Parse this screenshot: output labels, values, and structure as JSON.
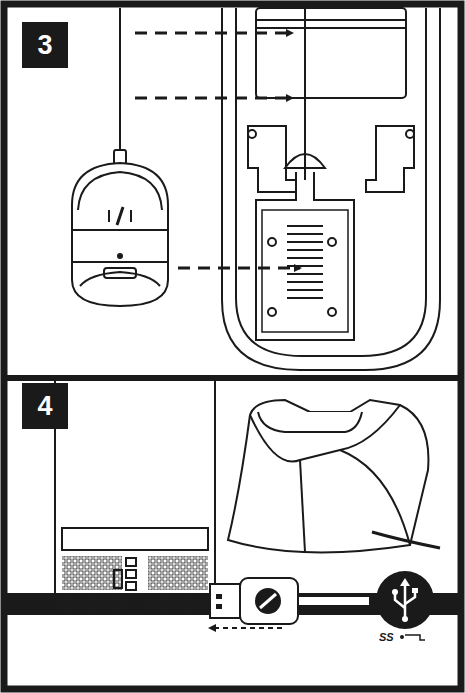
{
  "diagram": {
    "nodes": [
      {
        "text": [
          "3"
        ]
      },
      {
        "text": [
          "4"
        ]
      }
    ],
    "labels": [
      "SS"
    ]
  }
}
